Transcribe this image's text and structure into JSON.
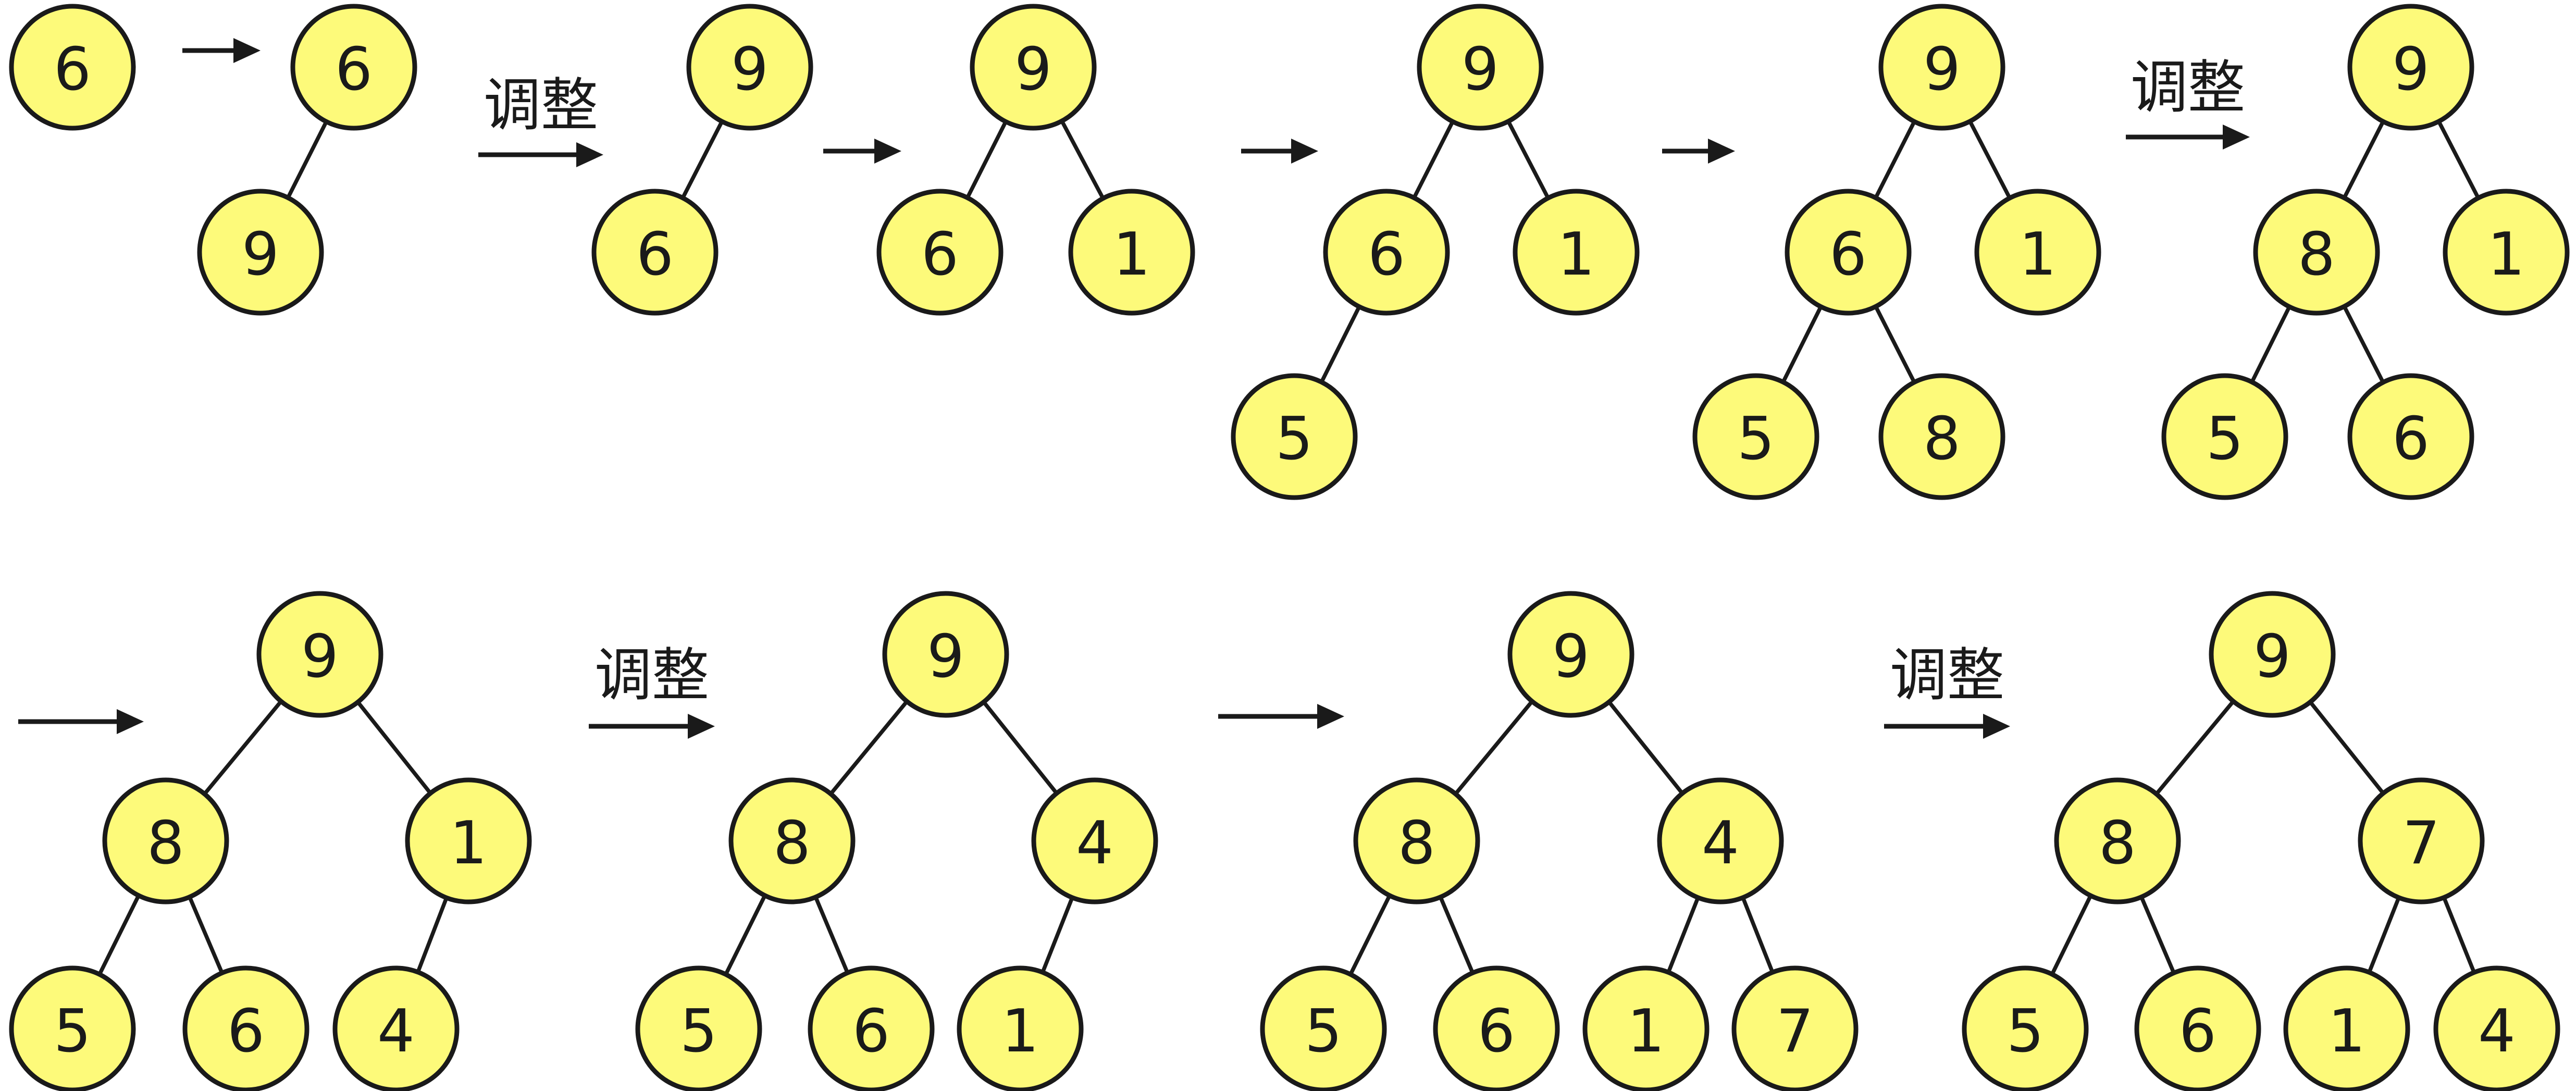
{
  "nodes": [
    "6",
    "6",
    "9",
    "9",
    "6",
    "9",
    "6",
    "1",
    "9",
    "6",
    "1",
    "5",
    "9",
    "6",
    "1",
    "5",
    "8",
    "9",
    "8",
    "1",
    "5",
    "6",
    "9",
    "8",
    "1",
    "5",
    "6",
    "4",
    "9",
    "8",
    "4",
    "5",
    "6",
    "1",
    "9",
    "8",
    "4",
    "5",
    "6",
    "1",
    "7",
    "9",
    "8",
    "7",
    "5",
    "6",
    "1",
    "4"
  ],
  "arrows": [
    "",
    "调整",
    "",
    "",
    "",
    "调整",
    "",
    "调整",
    "",
    "调整"
  ],
  "colors": {
    "node_fill": "#fdfa7a",
    "node_stroke": "#1a1a1a",
    "edge": "#1a1a1a",
    "arrow": "#1a1a1a",
    "text": "#1a1a1a"
  }
}
